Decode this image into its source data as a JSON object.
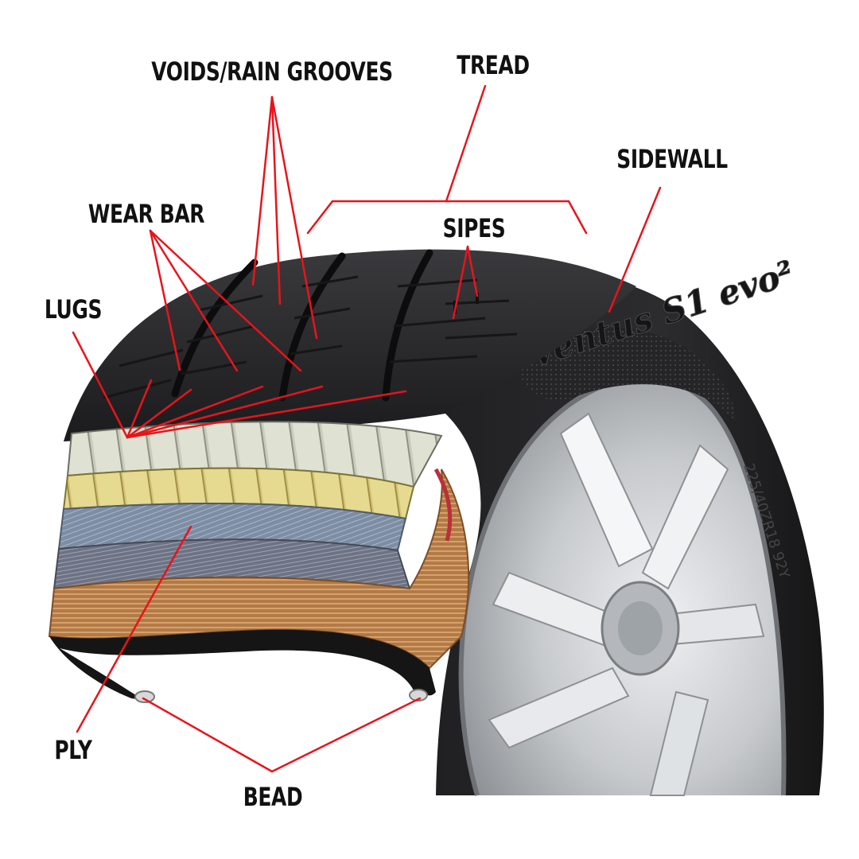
{
  "labels": {
    "voids": "VOIDS/RAIN GROOVES",
    "tread": "TREAD",
    "sidewall": "SIDEWALL",
    "wear_bar": "WEAR BAR",
    "sipes": "SIPES",
    "lugs": "LUGS",
    "ply": "PLY",
    "bead": "BEAD"
  },
  "tire": {
    "brand_text": "Ventus S1 evo²",
    "size_text": "225/40ZR18 92Y"
  },
  "colors": {
    "leader_line": "#e8141b",
    "label_text": "#111111",
    "rubber": "#2b2b2d",
    "rim": "#c9ccd0"
  }
}
